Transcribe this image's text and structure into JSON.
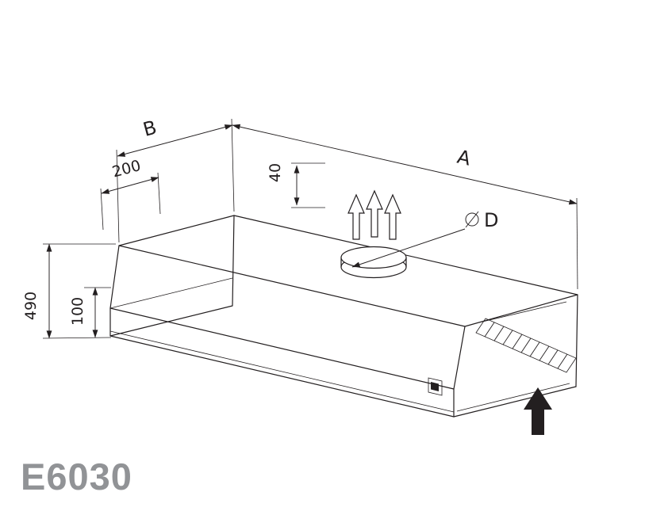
{
  "drawing": {
    "model_code": "E6030",
    "dimensions": {
      "length_label": "A",
      "depth_label": "B",
      "top_depth": "200",
      "collar_height": "40",
      "total_height": "490",
      "front_panel_height": "100",
      "duct_diameter_letter": "D",
      "diameter_symbol": "⌀"
    },
    "colors": {
      "line": "#231f20",
      "model_text": "#919396",
      "background": "#ffffff"
    }
  }
}
